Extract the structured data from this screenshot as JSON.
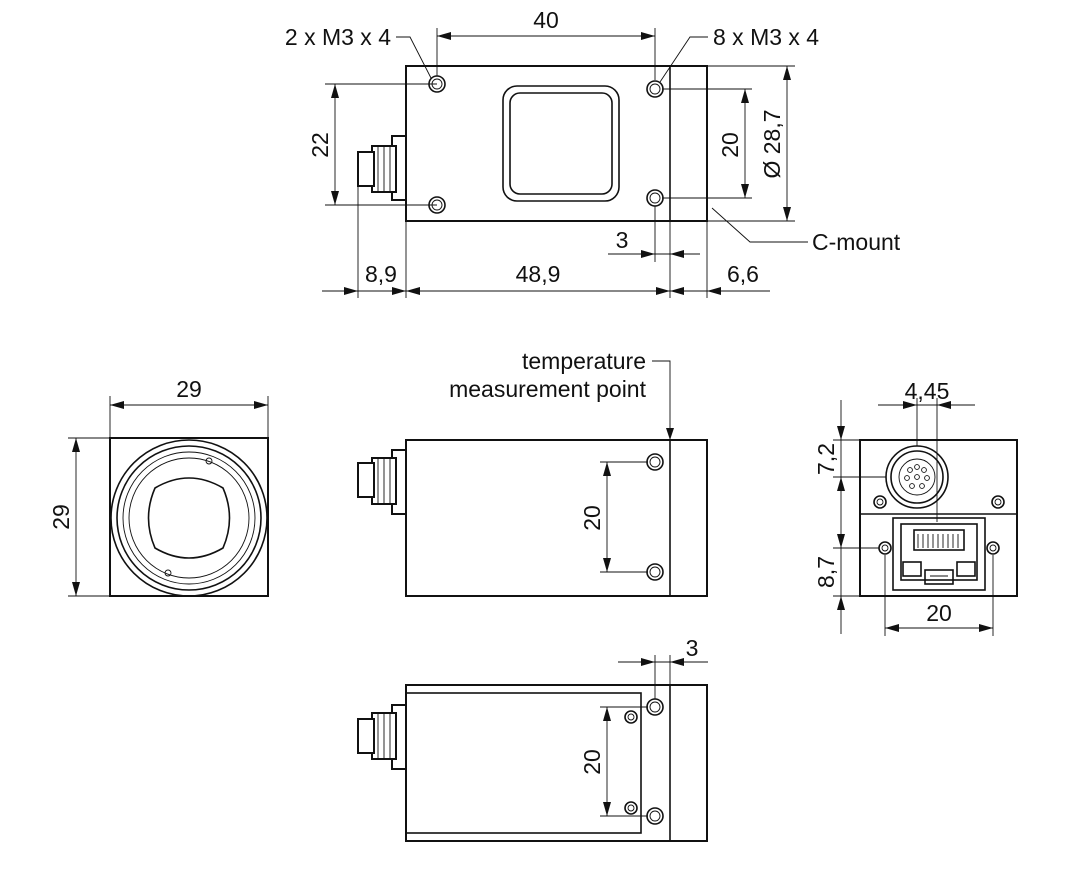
{
  "top_view": {
    "dim_width": "40",
    "callout_left": "2 x M3 x 4",
    "callout_right": "8 x M3 x 4",
    "dim_hole_spacing_left": "22",
    "dim_hole_spacing_right": "20",
    "dim_diameter": "Ø 28,7",
    "dim_flange": "3",
    "callout_mount": "C-mount",
    "dim_connector": "8,9",
    "dim_body_length": "48,9",
    "dim_mount_depth": "6,6"
  },
  "front_view": {
    "dim_width": "29",
    "dim_height": "29"
  },
  "side_view": {
    "callout_line1": "temperature",
    "callout_line2": "measurement point",
    "dim_hole_spacing": "20"
  },
  "rear_view": {
    "dim_offset": "4,45",
    "dim_top": "7,2",
    "dim_bottom": "8,7",
    "dim_width": "20"
  },
  "bottom_view": {
    "dim_flange": "3",
    "dim_hole_spacing": "20"
  }
}
